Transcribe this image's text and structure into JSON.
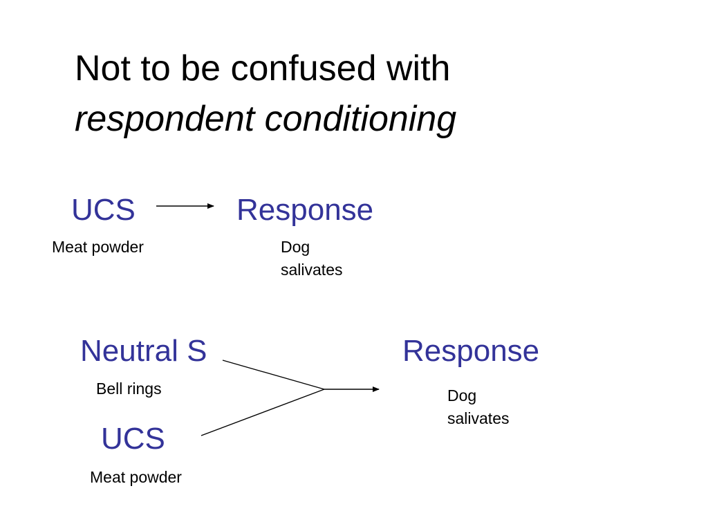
{
  "title": {
    "line1": "Not to be confused with",
    "line2": "respondent conditioning"
  },
  "colors": {
    "term": "#333399",
    "text": "#000000",
    "arrow": "#000000"
  },
  "top_diagram": {
    "stimulus": "UCS",
    "stimulus_note": "Meat powder",
    "response": "Response",
    "response_note_line1": "Dog",
    "response_note_line2": "salivates"
  },
  "bottom_diagram": {
    "stimulus1": "Neutral S",
    "stimulus1_note": "Bell rings",
    "stimulus2": "UCS",
    "stimulus2_note": "Meat powder",
    "response": "Response",
    "response_note_line1": "Dog",
    "response_note_line2": "salivates"
  }
}
